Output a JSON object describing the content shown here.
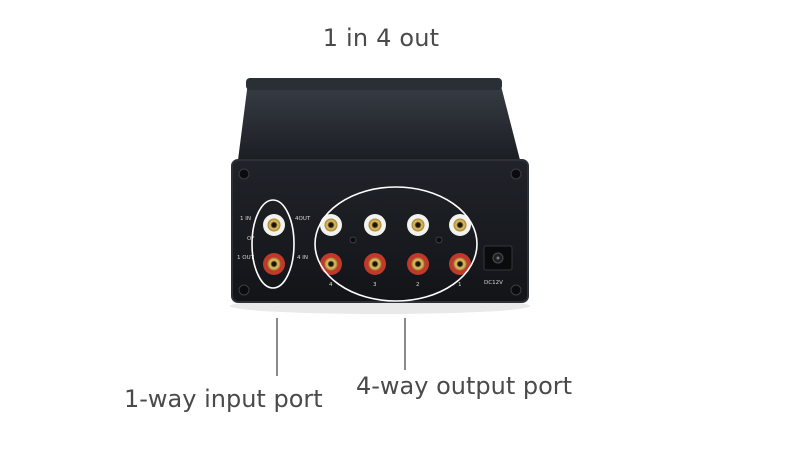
{
  "header": {
    "title": "1 in 4 out"
  },
  "callouts": {
    "input_label": "1-way input port",
    "output_label": "4-way output port"
  },
  "panel": {
    "in_label": "1 IN",
    "or_label": "OF",
    "out_label": "1 OUT",
    "out4_label": "4OUT",
    "in4_label": "4 IN",
    "dc_label": "DC12V",
    "channel_numbers": [
      "4",
      "3",
      "2",
      "1"
    ]
  },
  "colors": {
    "chassis": "#15171c",
    "jack_white": "#f2f2ee",
    "jack_red": "#c0392b",
    "gold": "#c9a24a",
    "callout_text": "#4a4a4a"
  }
}
